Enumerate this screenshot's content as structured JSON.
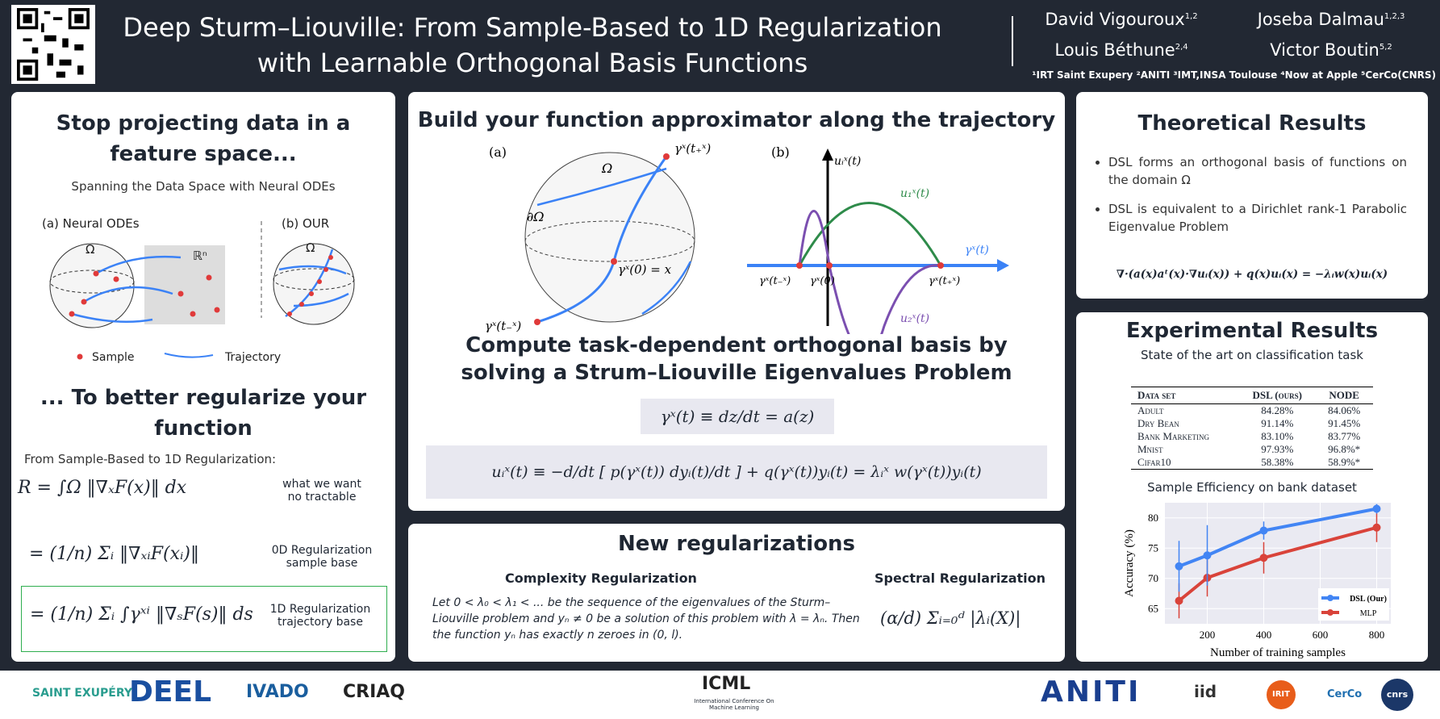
{
  "header": {
    "title_line1": "Deep Sturm–Liouville: From Sample-Based to 1D Regularization",
    "title_line2": "with Learnable Orthogonal Basis Functions",
    "authors": [
      {
        "name": "David Vigouroux",
        "aff": "1,2"
      },
      {
        "name": "Joseba Dalmau",
        "aff": "1,2,3"
      },
      {
        "name": "Louis Béthune",
        "aff": "2,4"
      },
      {
        "name": "Victor Boutin",
        "aff": "5,2"
      }
    ],
    "affiliations": "¹IRT Saint Exupery ²ANITI ³IMT,INSA Toulouse ⁴Now at Apple ⁵CerCo(CNRS)"
  },
  "left": {
    "title": "Stop projecting data in a feature space...",
    "subtitle": "Spanning the Data Space with Neural ODEs",
    "label_a": "(a) Neural ODEs",
    "label_b": "(b) OUR",
    "omega": "Ω",
    "rn": "ℝⁿ",
    "legend_sample": "Sample",
    "legend_traj": "Trajectory",
    "title2": "... To better regularize your function",
    "from": "From Sample-Based to 1D Regularization:",
    "eq1": "R = ∫Ω ‖∇ₓF(x)‖ dx",
    "eq1_note1": "what we want",
    "eq1_note2": "no tractable",
    "eq2": "= (1/n) Σᵢ ‖∇ₓᵢF(xᵢ)‖",
    "eq2_note1": "0D Regularization",
    "eq2_note2": "sample base",
    "eq3": "= (1/n) Σᵢ ∫γˣⁱ ‖∇ₛF(s)‖ ds",
    "eq3_note1": "1D Regularization",
    "eq3_note2": "trajectory base"
  },
  "middle": {
    "title": "Build your function approximator along the trajectory",
    "fig_a": "(a)",
    "fig_b": "(b)",
    "omega": "Ω",
    "d_omega": "∂Ω",
    "g_plus": "γˣ(t₊ˣ)",
    "g_zero": "γˣ(0) = x",
    "g_minus": "γˣ(t₋ˣ)",
    "u_i": "uᵢˣ(t)",
    "u1": "u₁ˣ(t)",
    "u2": "u₂ˣ(t)",
    "g_t": "γˣ(t)",
    "b_minus": "γˣ(t₋ˣ)",
    "b_zero": "γˣ(0)",
    "b_plus": "γˣ(t₊ˣ)",
    "title2": "Compute task-dependent orthogonal basis by solving a Strum–Liouville Eigenvalues Problem",
    "eq1": "γˣ(t) ≡ dz/dt = a(z)",
    "eq2": "uᵢˣ(t) ≡ −d/dt [ p(γˣ(t)) dyᵢ(t)/dt ] + q(γˣ(t))yᵢ(t) = λᵢˣ w(γˣ(t))yᵢ(t)"
  },
  "reg": {
    "title": "New regularizations",
    "complexity_title": "Complexity Regularization",
    "complexity_text": "Let 0 < λ₀ < λ₁ < ... be the sequence of the eigenvalues of the Sturm–Liouville problem and yₙ ≠ 0 be a solution of this problem with λ = λₙ. Then the function yₙ has exactly n zeroes in (0, l).",
    "spectral_title": "Spectral Regularization",
    "spectral_eq": "(α/d) Σᵢ₌₀ᵈ |λᵢ(X)|"
  },
  "theory": {
    "title": "Theoretical Results",
    "bullets": [
      "DSL forms an orthogonal basis of functions on the domain Ω",
      "DSL is equivalent to a Dirichlet rank-1 Parabolic Eigenvalue Problem"
    ],
    "eq": "∇·(a(x)aᵗ(x)·∇uᵢ(x)) + q(x)uᵢ(x) = −λᵢw(x)uᵢ(x)"
  },
  "experiments": {
    "title": "Experimental Results",
    "table_title": "State of the art on classification task",
    "columns": [
      "Data set",
      "DSL (ours)",
      "NODE"
    ],
    "rows": [
      [
        "Adult",
        "84.28%",
        "84.06%"
      ],
      [
        "Dry Bean",
        "91.14%",
        "91.45%"
      ],
      [
        "Bank Marketing",
        "83.10%",
        "83.77%"
      ],
      [
        "Mnist",
        "97.93%",
        "96.8%*"
      ],
      [
        "Cifar10",
        "58.38%",
        "58.9%*"
      ]
    ],
    "chart_title": "Sample Efficiency on bank dataset"
  },
  "chart_data": {
    "type": "line",
    "title": "Sample Efficiency on bank dataset",
    "xlabel": "Number of training samples",
    "ylabel": "Accuracy (%)",
    "x": [
      100,
      200,
      400,
      800
    ],
    "xticks": [
      "200",
      "400",
      "600",
      "800"
    ],
    "yticks": [
      "65",
      "70",
      "75",
      "80"
    ],
    "xlim": [
      50,
      850
    ],
    "ylim": [
      62.5,
      82.5
    ],
    "grid": true,
    "legend": "bottom-right",
    "series": [
      {
        "name": "DSL (Our)",
        "color": "#4285f4",
        "values": [
          72.0,
          73.8,
          77.9,
          81.5
        ],
        "errors": [
          4.2,
          5.0,
          1.5,
          0.8
        ]
      },
      {
        "name": "MLP",
        "color": "#d9433a",
        "values": [
          66.3,
          70.1,
          73.4,
          78.4
        ],
        "errors": [
          2.9,
          3.1,
          2.6,
          2.4
        ]
      }
    ]
  },
  "footer": {
    "logos": [
      "SAINT EXUPÉRY",
      "DEEL",
      "IVADO",
      "CRIAQ",
      "ICML",
      "ANITI",
      "iid",
      "IRIT",
      "CerCo",
      "cnrs"
    ],
    "icml_sub": "International Conference On Machine Learning"
  }
}
